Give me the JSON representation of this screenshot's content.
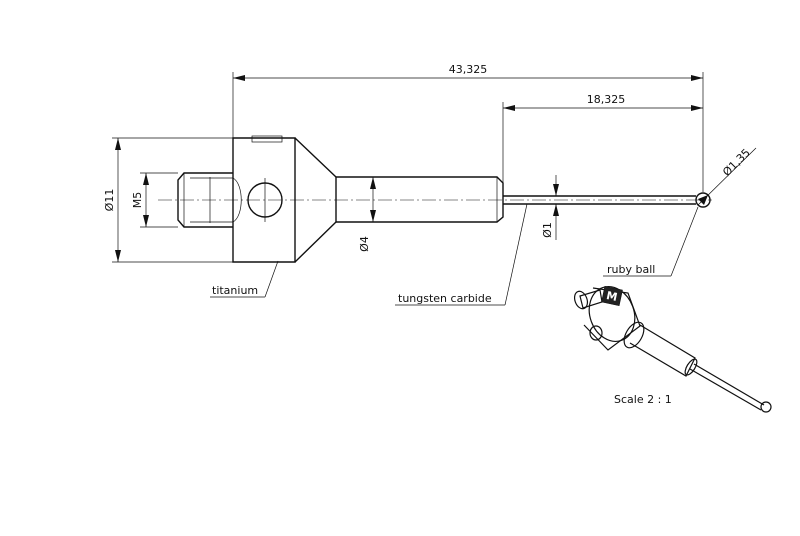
{
  "dimensions": {
    "overall_length": "43,325",
    "stylus_length": "18,325",
    "body_diameter": "Ø11",
    "thread": "M5",
    "shank_diameter": "Ø4",
    "stem_diameter": "Ø1",
    "ball_diameter": "Ø1,35"
  },
  "labels": {
    "titanium": "titanium",
    "tungsten_carbide": "tungsten carbide",
    "ruby_ball": "ruby ball",
    "iso_mark": "M"
  },
  "scale": "Scale 2 : 1"
}
